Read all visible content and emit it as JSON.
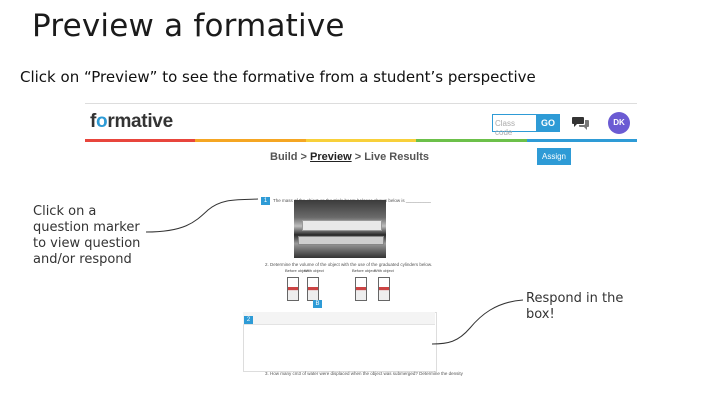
{
  "slide": {
    "title": "Preview a formative",
    "subtitle": "Click on “Preview” to see the formative from a student’s perspective"
  },
  "app": {
    "logo_prefix": "f",
    "logo_o": "o",
    "logo_suffix": "rmative",
    "code_placeholder": "Class code",
    "go_label": "GO",
    "chat_icon": "chat-bubbles-icon",
    "avatar_initials": "DK",
    "rainbow_colors": [
      "#e8453c",
      "#f5a623",
      "#f8d03a",
      "#6cc04a",
      "#2e9bd6"
    ],
    "accent_color": "#2e9bd6"
  },
  "breadcrumb": {
    "build": "Build",
    "sep1": " > ",
    "preview": "Preview",
    "sep2": " > ",
    "live_results": "Live Results"
  },
  "assign_label": "Assign",
  "questions": {
    "q1_number": "1",
    "q1_text": "The mass of the object on the triple beam balance shown below is __________",
    "q1_part2": "2. Determine the volume of the object with the use of the graduated cylinders below.",
    "cyl1_label": "Before object",
    "cyl2_label": "With object",
    "cyl3_label": "Before object",
    "cyl4_label": "With object",
    "marker_b": "B",
    "q2_number": "2",
    "q3_text": "3. How many cm3 of water were displaced when the object was submerged? Determine the density"
  },
  "annotations": {
    "left": "Click on a question marker to view question and/or respond",
    "right": "Respond in the box!"
  }
}
